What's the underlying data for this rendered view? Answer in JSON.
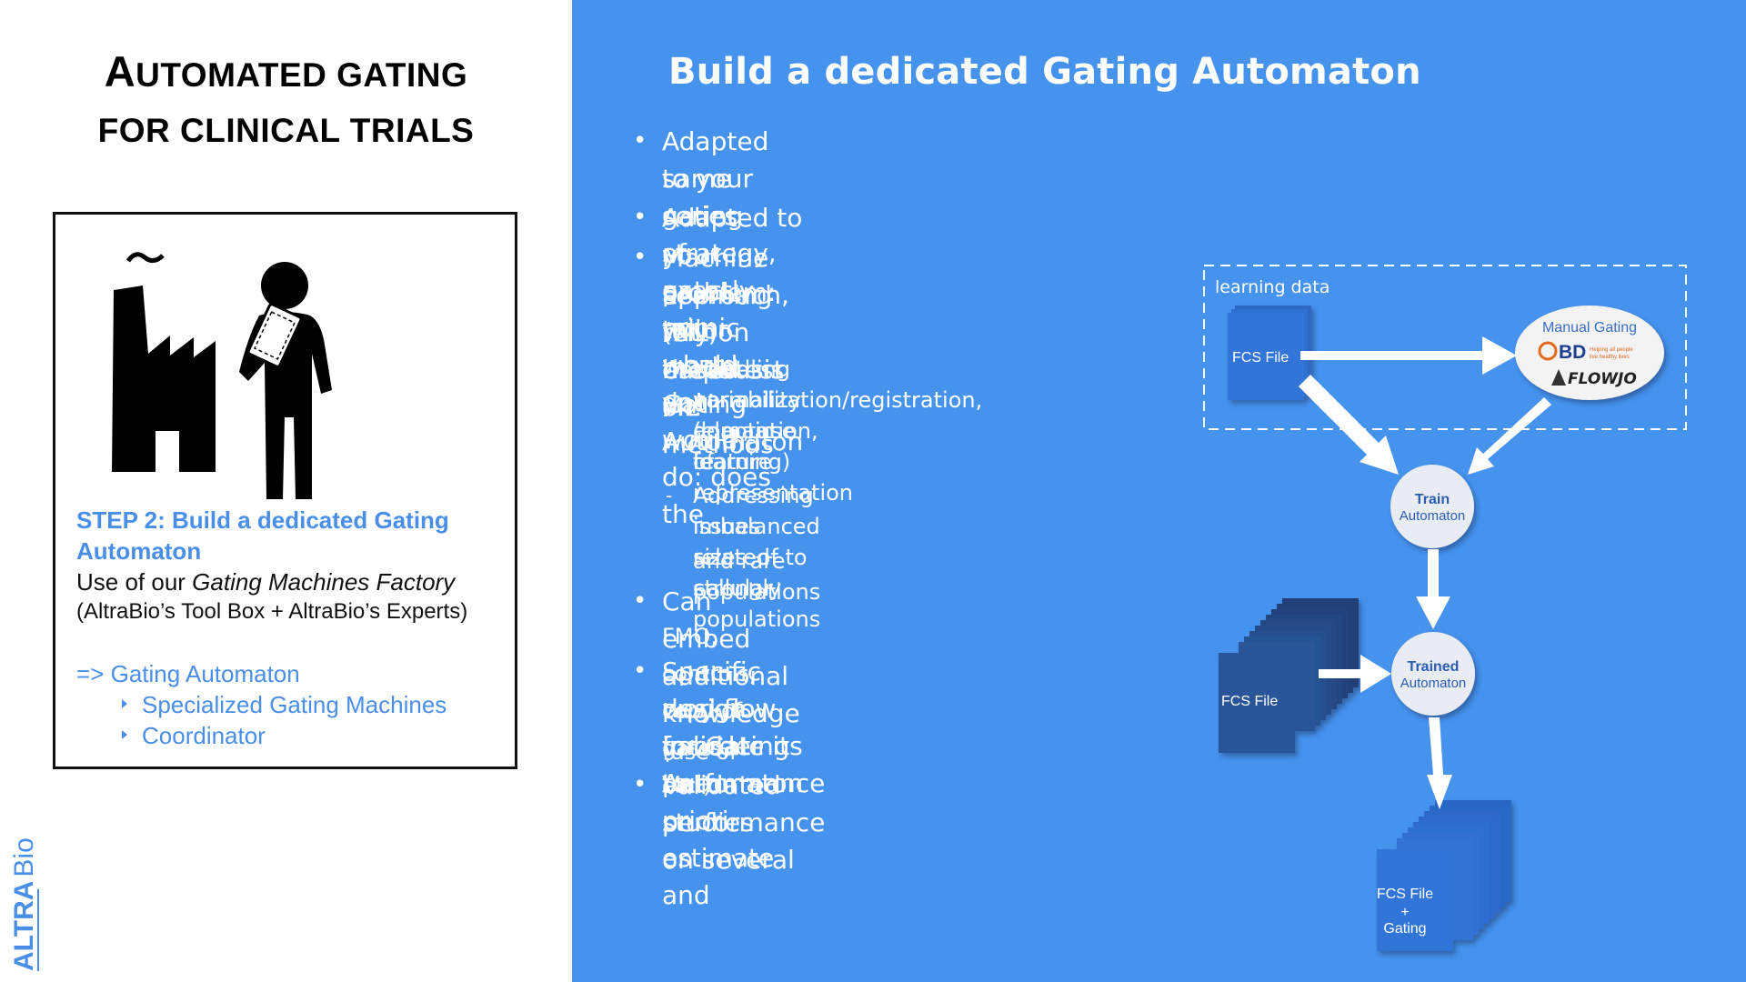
{
  "left_panel": {
    "title_line1_cap": "A",
    "title_line1_rest": "UTOMATED GATING",
    "title_line2": "FOR CLINICAL TRIALS",
    "step_title": "STEP 2: Build a dedicated Gating Automaton",
    "use_prefix": "Use of our ",
    "use_italic": "Gating Machines Factory",
    "paren": "(AltraBio’s Tool Box + AltraBio’s Experts)",
    "list_head": "=> Gating Automaton",
    "list_items": [
      "Specialized Gating Machines",
      "Coordinator"
    ],
    "logo_altra": "ALTRA",
    "logo_bio": "Bio"
  },
  "right_panel": {
    "title": "Build a dedicated Gating Automaton",
    "bullets": [
      "Adapted to your gating strategy, exactly mimic what you would do: does the",
      "same series of gates you would do!",
      "Adapted to your problem: tailor made Gating Automaton",
      "Machine Learning (ML) based",
      "approach, rely on the latest ML methods",
      "with emphasis on:",
      "Can embed additional knowledge",
      "(use of",
      "FMO, controls, copy of gates, etc.)",
      "Specific workflow for Gating Automaton",
      "design in order to a priori estimate and",
      "validate its performance",
      "Validated performance on several",
      "studies"
    ],
    "sub_bullets": [
      "Handling variability (e.g., use of",
      "normalization/registration, domain",
      "adaptation, feature representation",
      "learning)",
      "Addressing issues related to strongly",
      "imbalanced sizes of cellular populations",
      "and rare populations"
    ]
  },
  "diagram": {
    "learning_label": "learning data",
    "fcs_file": "FCS File",
    "manual_gating": "Manual Gating",
    "bd_logo": "BD",
    "bd_tagline_1": "Helping all people",
    "bd_tagline_2": "live healthy lives",
    "flowjo_logo": "FLOWJO",
    "train_1": "Train",
    "train_2": "Automaton",
    "trained_1": "Trained",
    "trained_2": "Automaton",
    "fcs_file_2": "FCS File",
    "out_1": "FCS File",
    "out_2": "+",
    "out_3": "Gating"
  },
  "colors": {
    "background_right": "#4693ee",
    "accent_blue": "#4a8fe7",
    "file_blue": "#2f6fd0",
    "file_dark": "#244f8f"
  }
}
